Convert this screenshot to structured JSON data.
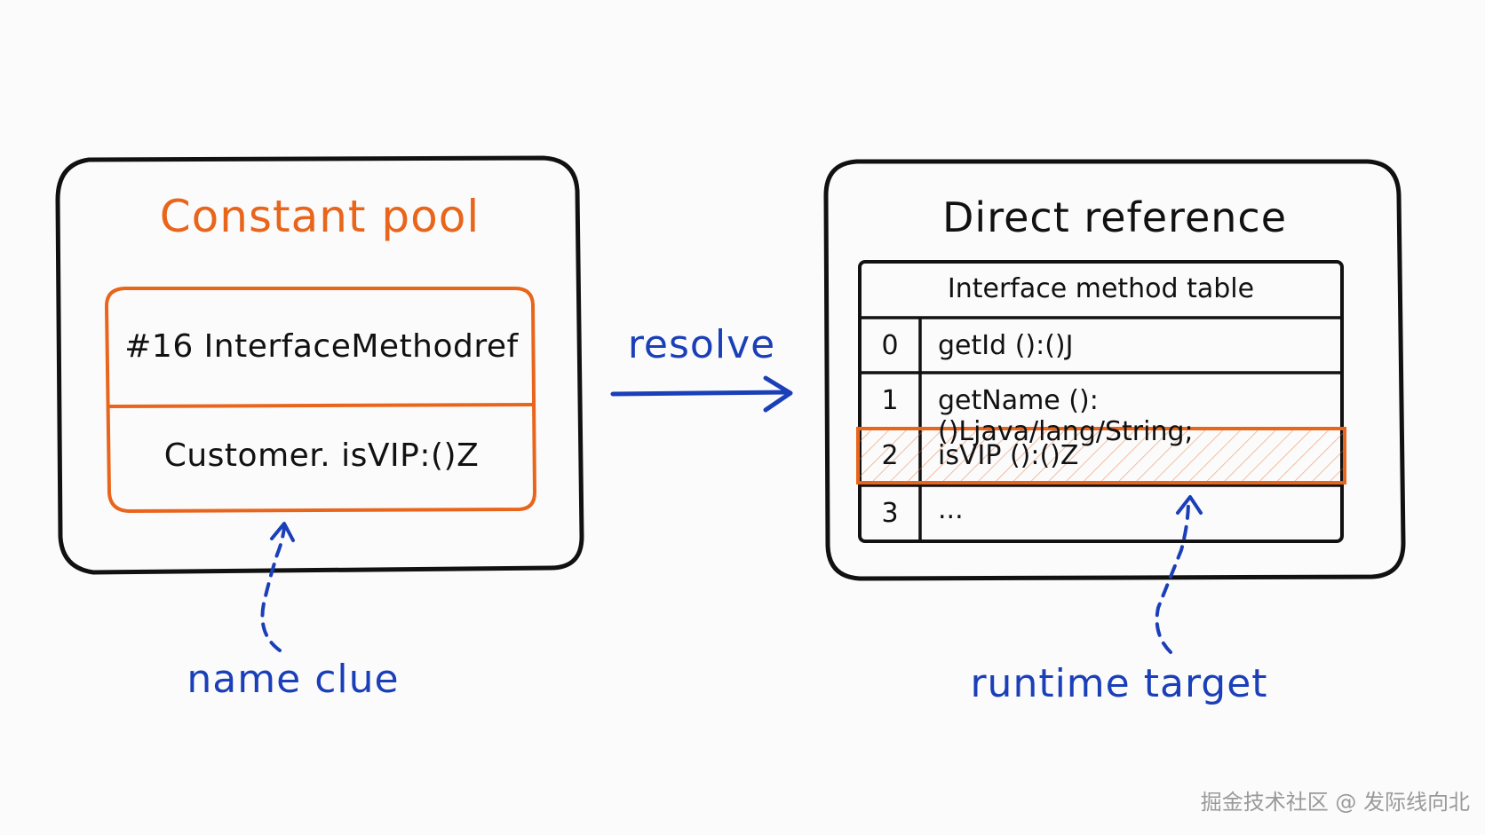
{
  "constant_pool": {
    "title": "Constant pool",
    "entry_ref": "#16  InterfaceMethodref",
    "entry_value": "Customer. isVIP:()Z"
  },
  "resolve_label": "resolve",
  "name_clue_label": "name clue",
  "direct_reference": {
    "title": "Direct reference",
    "table_header": "Interface  method  table",
    "rows": [
      {
        "index": "0",
        "method": "getId ():()J"
      },
      {
        "index": "1",
        "method": "getName ():()Ljava/lang/String;"
      },
      {
        "index": "2",
        "method": "isVIP ():()Z"
      },
      {
        "index": "3",
        "method": "..."
      }
    ]
  },
  "runtime_target_label": "runtime  target",
  "watermark": "掘金技术社区 @ 发际线向北",
  "colors": {
    "orange": "#e8651b",
    "blue": "#1a3fb8",
    "ink": "#111111"
  }
}
